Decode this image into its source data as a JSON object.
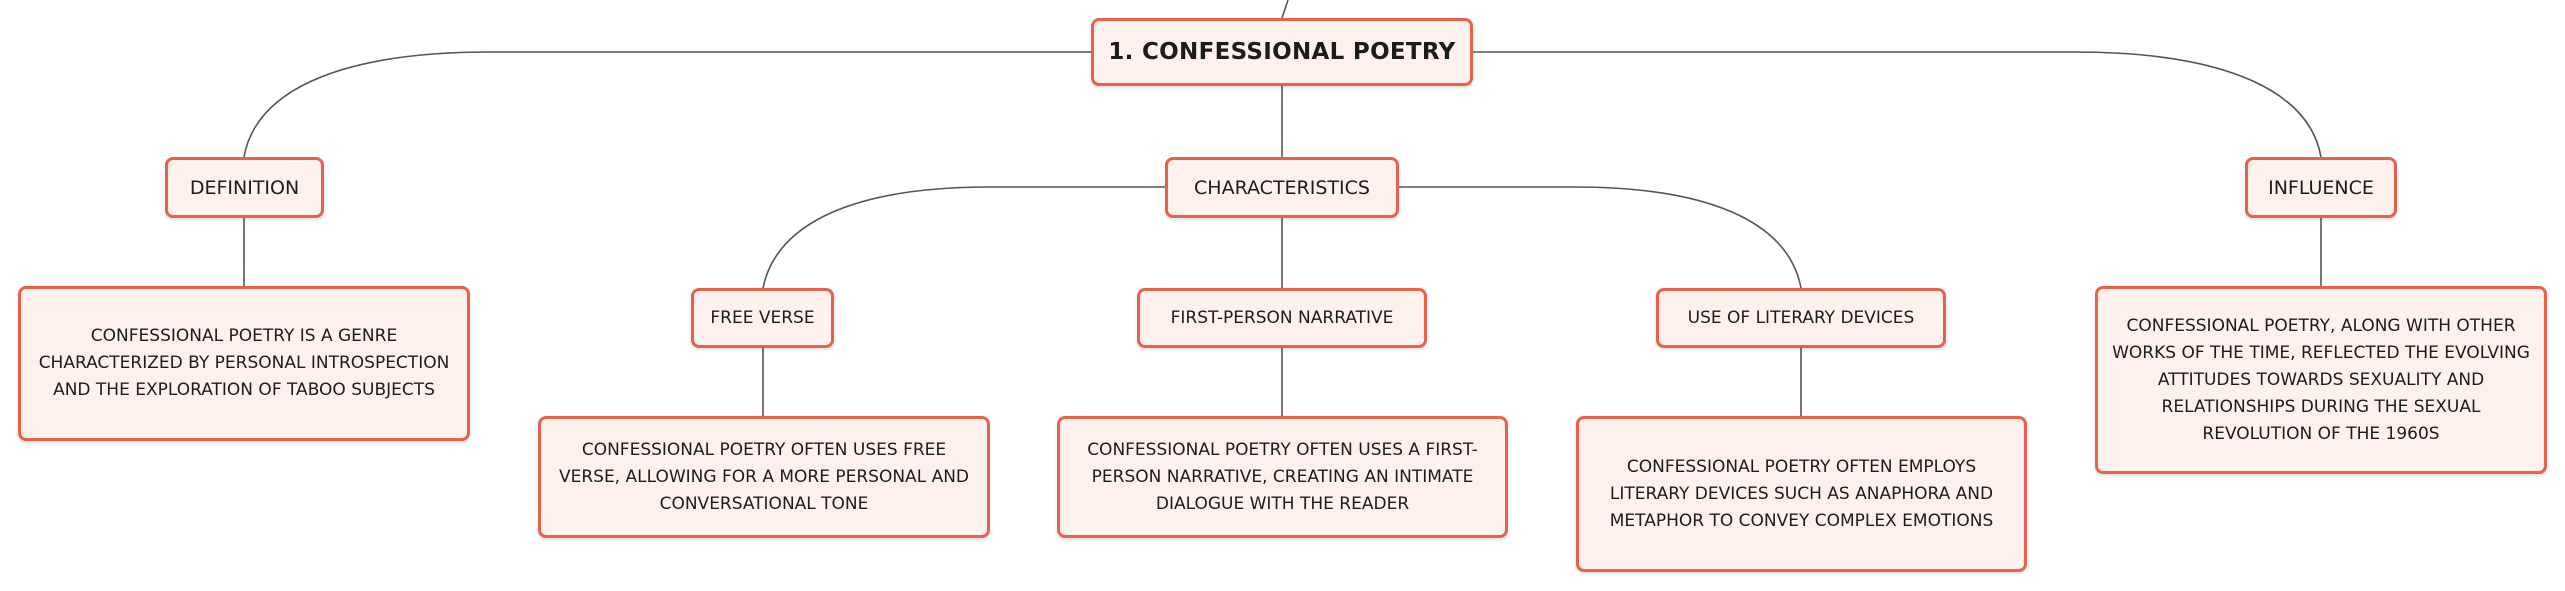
{
  "mindmap": {
    "root": "1. CONFESSIONAL POETRY",
    "branches": [
      {
        "label": "DEFINITION",
        "description": "CONFESSIONAL POETRY IS A GENRE CHARACTERIZED BY PERSONAL INTROSPECTION AND THE EXPLORATION OF TABOO SUBJECTS"
      },
      {
        "label": "CHARACTERISTICS",
        "children": [
          {
            "label": "FREE VERSE",
            "description": "CONFESSIONAL POETRY OFTEN USES FREE VERSE, ALLOWING FOR A MORE PERSONAL AND CONVERSATIONAL TONE"
          },
          {
            "label": "FIRST-PERSON NARRATIVE",
            "description": "CONFESSIONAL POETRY OFTEN USES A FIRST-PERSON NARRATIVE, CREATING AN INTIMATE DIALOGUE WITH THE READER"
          },
          {
            "label": "USE OF LITERARY DEVICES",
            "description": "CONFESSIONAL POETRY OFTEN EMPLOYS LITERARY DEVICES SUCH AS ANAPHORA AND METAPHOR TO CONVEY COMPLEX EMOTIONS"
          }
        ]
      },
      {
        "label": "INFLUENCE",
        "description": "CONFESSIONAL POETRY, ALONG WITH OTHER WORKS OF THE TIME, REFLECTED THE EVOLVING ATTITUDES TOWARDS SEXUALITY AND RELATIONSHIPS DURING THE SEXUAL REVOLUTION OF THE 1960S"
      }
    ]
  }
}
